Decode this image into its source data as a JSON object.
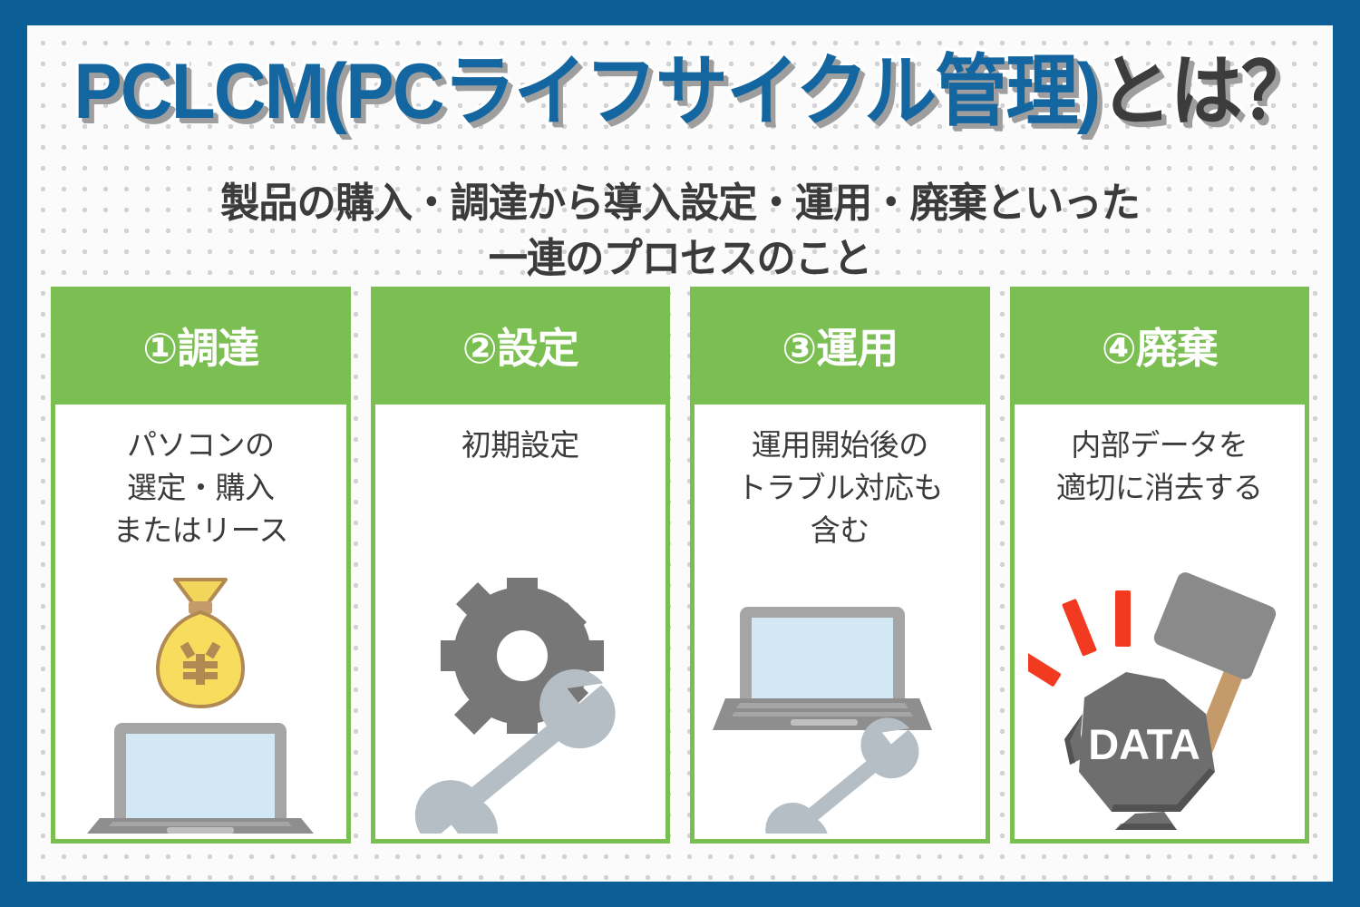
{
  "colors": {
    "border_blue": "#0B5E96",
    "title_blue": "#1466A0",
    "title_dark": "#3C3C3C",
    "green": "#7BBF53",
    "body_text": "#3B3B3B",
    "laptop_screen": "#D3E8F5",
    "laptop_gray": "#9C9C9C",
    "gear_gray": "#777777",
    "wrench_gray": "#B4BEC4",
    "money_yellow": "#F7DC5E",
    "money_brown": "#B08A52",
    "hammer_handle": "#C59A6B",
    "rock_gray": "#6E6E6E",
    "impact_red": "#F23A20"
  },
  "title": {
    "blue_part": "PCLCM(PCライフサイクル管理)",
    "dark_part": "とは？"
  },
  "subtitle": {
    "line1": "製品の購入・調達から導入設定・運用・廃棄といった",
    "line2": "一連のプロセスのこと"
  },
  "cards": [
    {
      "header": "①調達",
      "lines": [
        "パソコンの",
        "選定・購入",
        "またはリース"
      ],
      "icons": [
        "money-bag-icon",
        "laptop-icon"
      ]
    },
    {
      "header": "②設定",
      "lines": [
        "初期設定"
      ],
      "icons": [
        "gear-icon",
        "wrench-icon"
      ]
    },
    {
      "header": "③運用",
      "lines": [
        "運用開始後の",
        "トラブル対応も",
        "含む"
      ],
      "icons": [
        "laptop-icon",
        "wrench-icon"
      ]
    },
    {
      "header": "④廃棄",
      "lines": [
        "内部データを",
        "適切に消去する"
      ],
      "icons": [
        "hammer-icon",
        "data-rock-icon",
        "impact-lines-icon"
      ],
      "rock_label": "DATA"
    }
  ]
}
